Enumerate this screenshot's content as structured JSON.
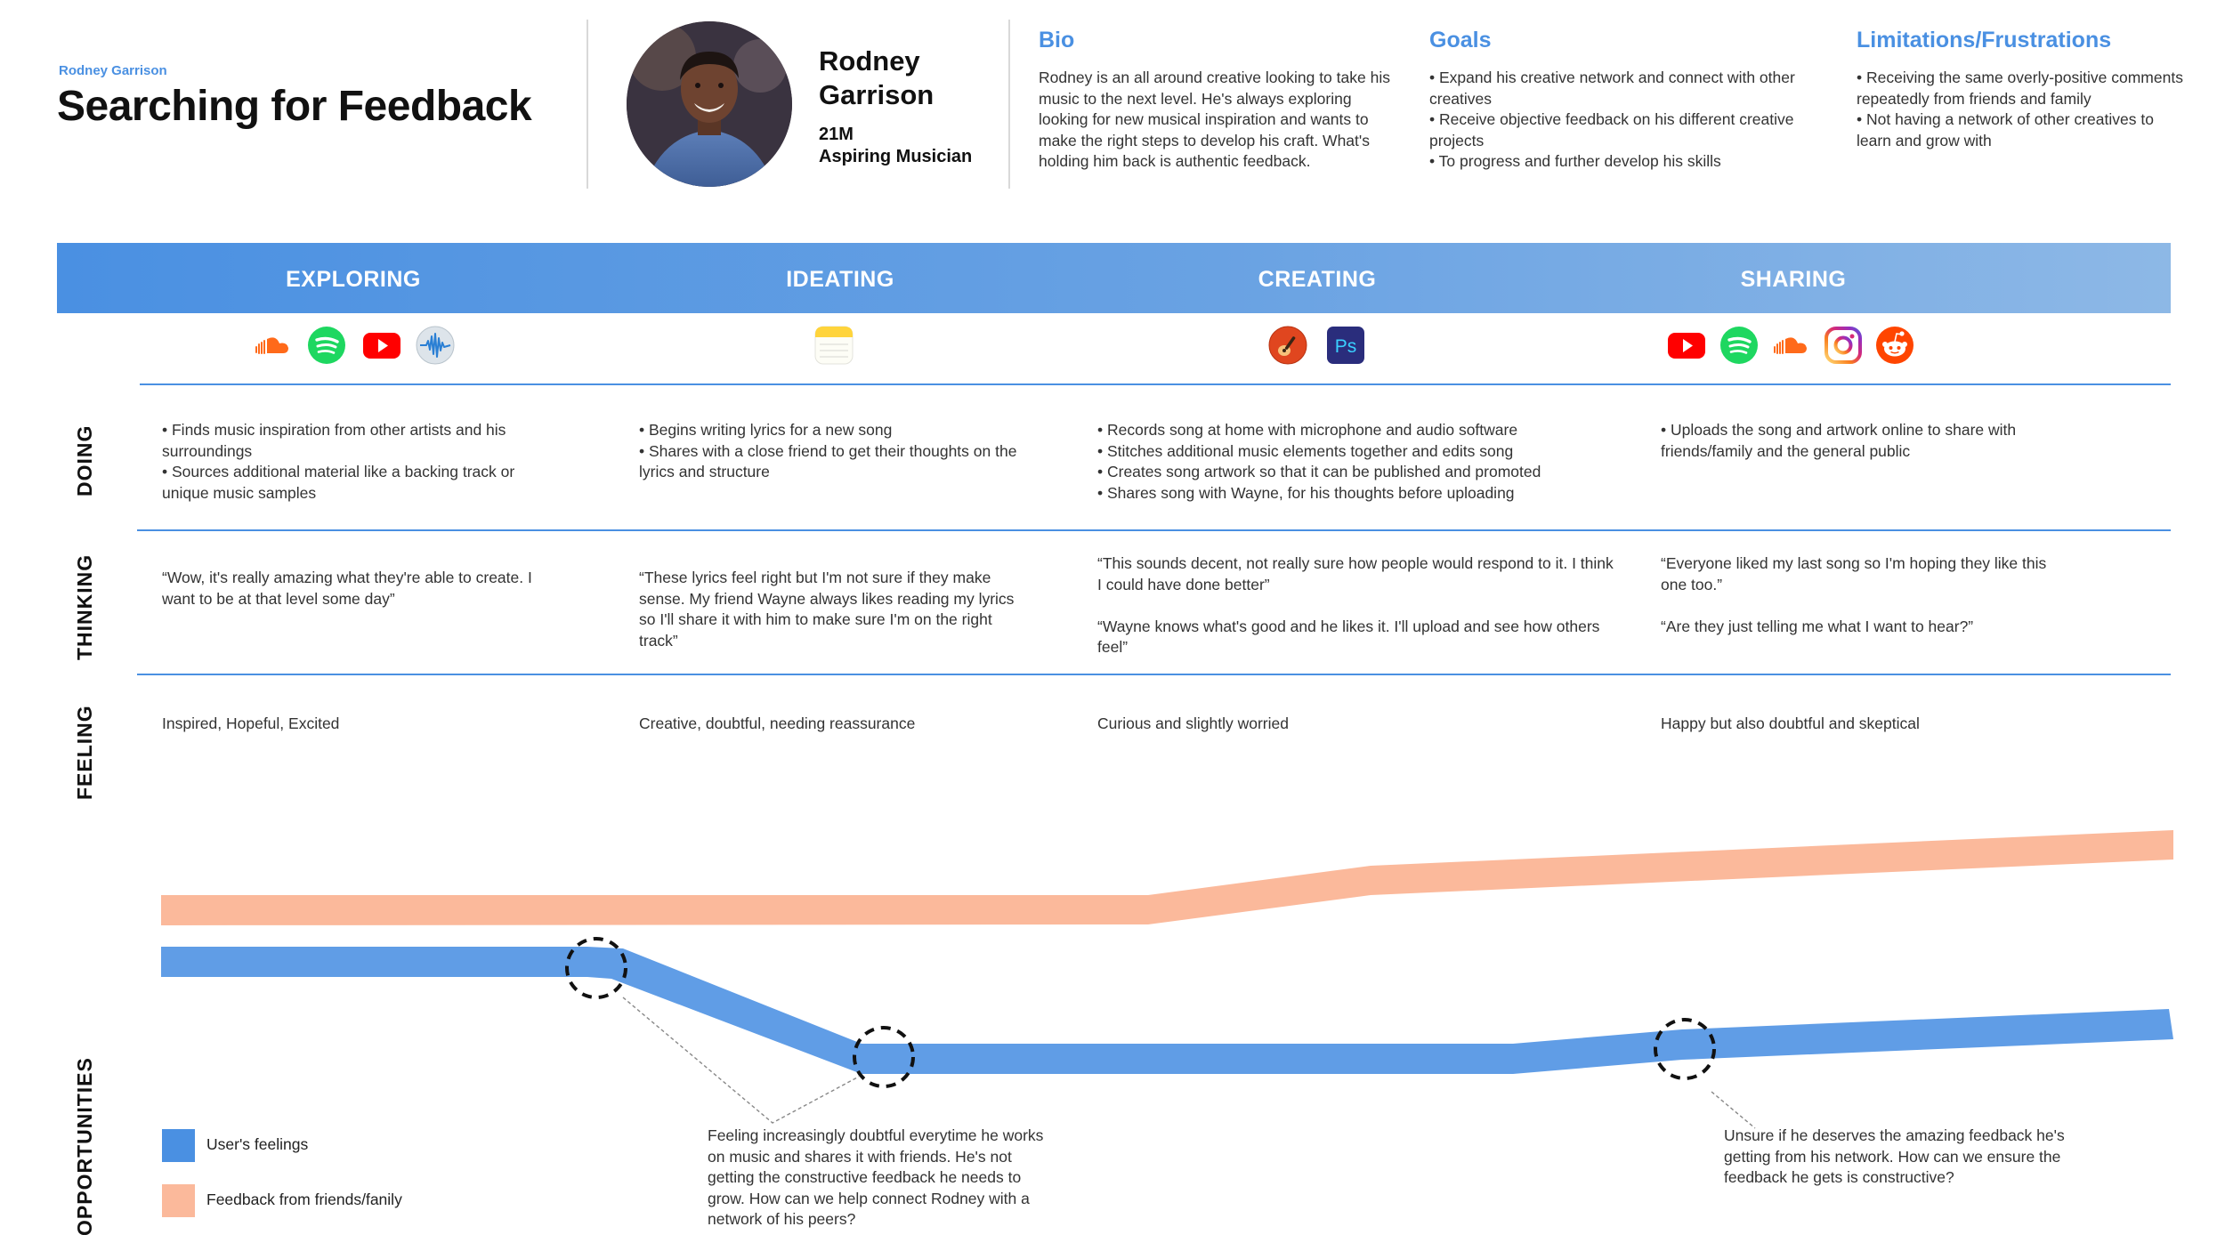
{
  "header": {
    "persona_label": "Rodney Garrison",
    "title": "Searching for Feedback"
  },
  "profile": {
    "name": "Rodney Garrison",
    "age": "21M",
    "role": "Aspiring Musician",
    "avatar_icon": "person-photo"
  },
  "bio": {
    "heading": "Bio",
    "text": "Rodney is an all around creative looking to take his music to the next level. He's always exploring looking for new musical inspiration and wants to make the right steps to develop his craft. What's holding him back is authentic feedback."
  },
  "goals": {
    "heading": "Goals",
    "items": [
      "• Expand his creative network and connect with other creatives",
      "• Receive objective feedback on his different creative projects",
      "• To progress and further develop his skills"
    ]
  },
  "limitations": {
    "heading": "Limitations/Frustrations",
    "items": [
      "• Receiving the same overly-positive comments repeatedly from friends and family",
      "• Not having a network of other creatives to learn and grow with"
    ]
  },
  "phases": [
    "EXPLORING",
    "IDEATING",
    "CREATING",
    "SHARING"
  ],
  "phase_icons": [
    [
      "soundcloud-icon",
      "spotify-icon",
      "youtube-icon",
      "audio-waveform-app-icon"
    ],
    [
      "notes-app-icon"
    ],
    [
      "garageband-icon",
      "photoshop-icon"
    ],
    [
      "youtube-icon",
      "spotify-icon",
      "soundcloud-icon",
      "instagram-icon",
      "reddit-icon"
    ]
  ],
  "icons_text": {
    "photoshop": "Ps"
  },
  "rows": {
    "doing": {
      "label": "DOING",
      "cells": [
        [
          "• Finds music inspiration from other artists and his surroundings",
          "• Sources additional material like a backing track or unique music samples"
        ],
        [
          "• Begins writing lyrics for a new song",
          "• Shares with a close friend to get their thoughts on the lyrics and structure"
        ],
        [
          "• Records song at home with microphone and audio software",
          "• Stitches additional music elements together and edits song",
          "• Creates song artwork so that it can be published and promoted",
          "• Shares song with Wayne, for his thoughts before uploading"
        ],
        [
          "• Uploads the song and artwork online to share with friends/family and the general public"
        ]
      ]
    },
    "thinking": {
      "label": "THINKING",
      "cells": [
        [
          "“Wow, it's really amazing what they're able to create. I want to be at that level some day”"
        ],
        [
          "“These lyrics feel right but I'm not sure if they make sense. My friend Wayne always likes reading my lyrics so I'll share it with him to make sure I'm on the right track”"
        ],
        [
          "“This sounds decent, not really sure how people would respond to it. I think I could have done better”",
          "“Wayne knows what's good and he likes it. I'll upload and see how others feel”"
        ],
        [
          "“Everyone liked my last song so I'm hoping they like this one too.”",
          "“Are they just telling me what I want to hear?”"
        ]
      ]
    },
    "feeling": {
      "label": "FEELING",
      "cells": [
        "Inspired, Hopeful, Excited",
        "Creative, doubtful, needing reassurance",
        "Curious and slightly worried",
        "Happy but also doubtful and skeptical"
      ]
    },
    "opportunities": {
      "label": "OPPORTUNITIES"
    }
  },
  "legend": [
    {
      "label": "User's feelings",
      "color": "#4a90e2"
    },
    {
      "label": "Feedback from friends/fanily",
      "color": "#fbb99b"
    }
  ],
  "annotations": [
    "Feeling increasingly doubtful everytime he works on music and shares it with friends. He's not getting the constructive feedback he needs to grow. How can we help connect Rodney with a network of his peers?",
    "Unsure if he deserves the amazing feedback he's getting from his network. How can we ensure the feedback he gets is constructive?"
  ],
  "colors": {
    "accent": "#4a90e2",
    "user_line": "#4a90e2",
    "feedback_line": "#fbb99b",
    "divider": "#4a90e2"
  }
}
